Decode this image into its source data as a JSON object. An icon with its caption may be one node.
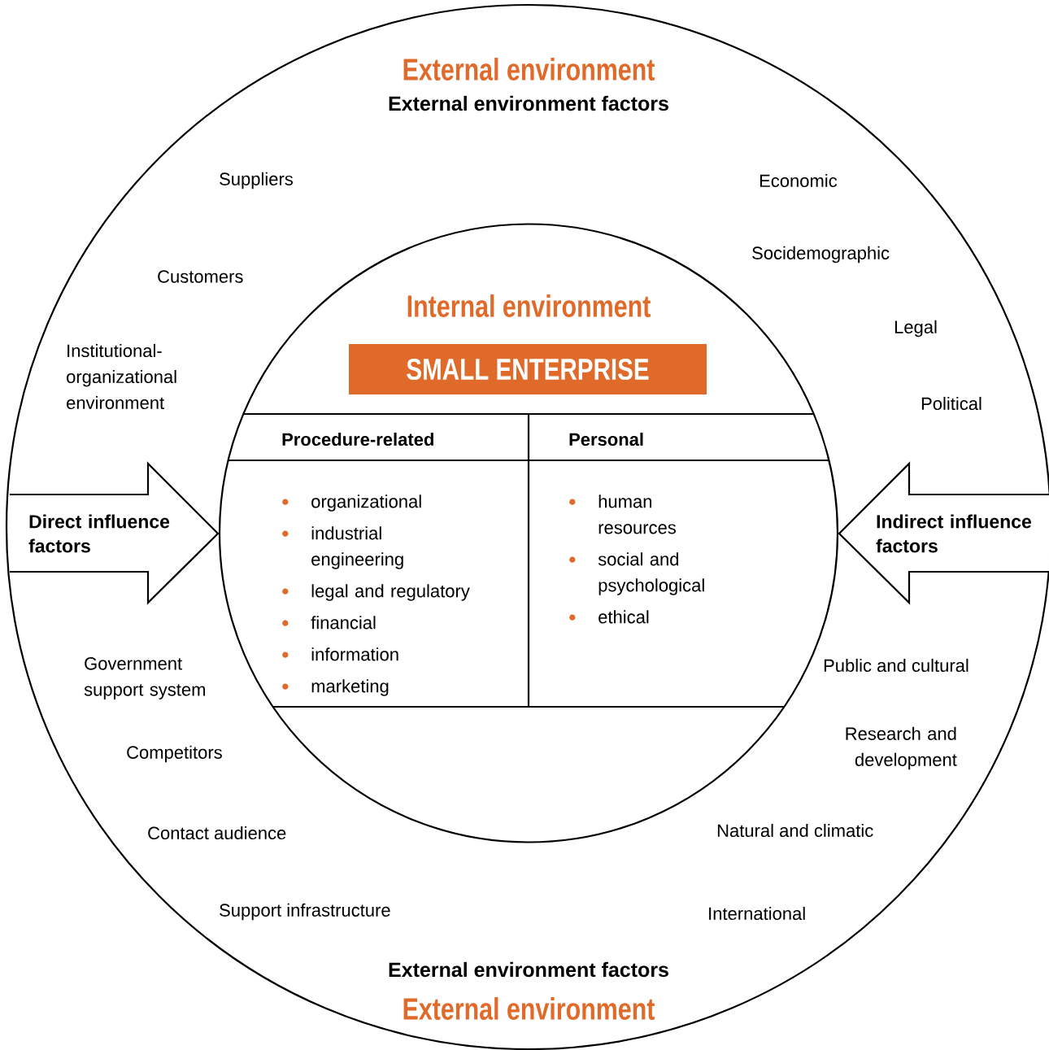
{
  "diagram": {
    "nodes": [
      {
        "text": [
          "External environment",
          "External environment factors",
          "External environment factors",
          "External environment"
        ]
      },
      {
        "text": [
          "Internal environment"
        ],
        "in": 0
      },
      {
        "text": [
          "SMALL ENTERPRISE"
        ],
        "in": 1
      },
      {
        "text": [
          "Procedure-related",
          "organizational",
          "industrial engineering",
          "legal and regulatory",
          "financial",
          "information",
          "marketing"
        ],
        "in": 1
      },
      {
        "text": [
          "Personal",
          "human resources",
          "social and psychological",
          "ethical"
        ],
        "in": 1
      },
      {
        "text": [
          "Direct influence factors"
        ],
        "in": 0
      },
      {
        "text": [
          "Indirect influence factors"
        ],
        "in": 0
      }
    ],
    "labels": [
      "Suppliers",
      "Economic",
      "Socidemographic",
      "Customers",
      "Legal",
      "Institutional-organizational environment",
      "Political",
      "Public and cultural",
      "Government support system",
      "Research and development",
      "Competitors",
      "Natural and climatic",
      "Contact audience",
      "Support infrastructure",
      "International"
    ]
  }
}
